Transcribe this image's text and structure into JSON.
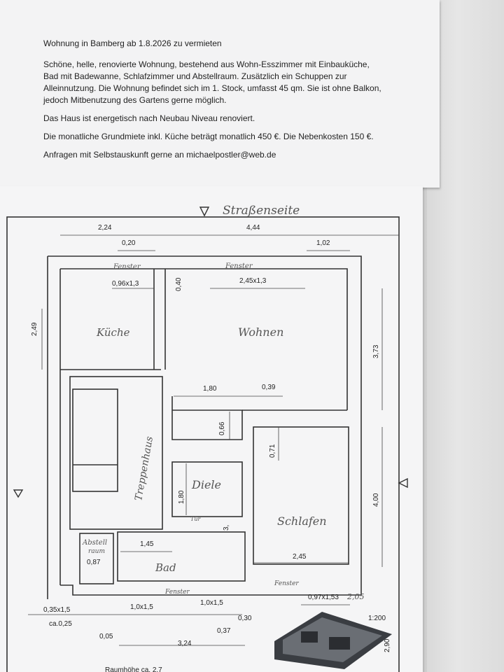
{
  "notice": {
    "title": "Wohnung in Bamberg ab 1.8.2026 zu vermieten",
    "description": "Schöne, helle, renovierte Wohnung, bestehend aus Wohn-Esszimmer mit Einbauküche, Bad mit Badewanne, Schlafzimmer und Abstellraum. Zusätzlich ein Schuppen zur Alleinnutzung. Die Wohnung befindet sich im 1. Stock, umfasst 45 qm. Sie ist ohne Balkon, jedoch Mitbenutzung des Gartens gerne möglich.",
    "energy": "Das Haus ist energetisch nach Neubau Niveau renoviert.",
    "rent": "Die monatliche Grundmiete inkl. Küche beträgt monatlich 450 €. Die Nebenkosten 150 €.",
    "contact": "Anfragen mit Selbstauskunft gerne an michaelpostler@web.de"
  },
  "plan": {
    "street_label": "Straßenseite",
    "rooms": {
      "kitchen": "Küche",
      "living": "Wohnen",
      "stairs": "Treppenhaus",
      "hall": "Diele",
      "bath": "Bad",
      "bedroom": "Schlafen",
      "storage_line1": "Abstell",
      "storage_line2": "raum"
    },
    "window_label": "Fenster",
    "door_label": "Tür",
    "dimensions": {
      "top_left_width": "2,24",
      "top_right_width": "4,44",
      "top_small": "0,20",
      "top_right_small": "1,02",
      "kitchen_window": "0,96x1,3",
      "living_window": "2,45x1,3",
      "wall_small": "0,40",
      "left_height": "2,49",
      "right_height": "3,73",
      "hall_width": "1,80",
      "hall_right": "0,39",
      "hall_step": "0,66",
      "bedroom_step": "0,71",
      "hall_height": "1,80",
      "bath_partial": "3,",
      "right_lower_height": "4,00",
      "bath_width": "1,45",
      "bedroom_width": "2,45",
      "storage_width": "0,87",
      "win_1": "0,35x1,5",
      "win_1b": "ca.0,25",
      "win_2": "1,0x1,5",
      "win_3": "1,0x1,5",
      "win_4": "0,97x1,53",
      "win_4_note": "2,05",
      "gap_005": "0,05",
      "gap_030": "0,30",
      "gap_037": "0,37",
      "bottom_width": "3,24",
      "scale": "1:200",
      "height_small": "2,90",
      "ceiling_height": "Raumhöhe ca. 2,7"
    }
  }
}
